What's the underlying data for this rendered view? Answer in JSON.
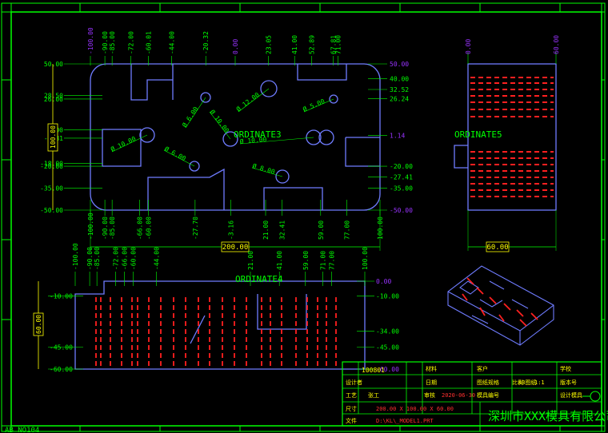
{
  "colors": {
    "background": "#000000",
    "frame": "#00ff00",
    "part": "#6f7cff",
    "dimension": "#00ff00",
    "hidden": "#ff2020",
    "label": "#00ff00",
    "purple": "#9933ff",
    "yellow": "#ffff00",
    "table_text": "#ffff00",
    "table_red": "#ff3030",
    "company": "#00ff00"
  },
  "top_view": {
    "label": "ORDINATE3",
    "x_ords_top": [
      "-100.00",
      "-90.00",
      "-85.00",
      "-72.00",
      "-60.01",
      "-44.00",
      "-20.32",
      "0.00",
      "23.05",
      "41.00",
      "52.89",
      "67.81",
      "71.00"
    ],
    "x_ords_bottom": [
      "-100.00",
      "-90.00",
      "-85.00",
      "-66.00",
      "-60.00",
      "-27.70",
      "-3.16",
      "21.00",
      "32.41",
      "59.00",
      "77.00",
      "100.00"
    ],
    "y_ords_left": [
      "50.00",
      "28.50",
      "26.00",
      "5.00",
      "-0.81",
      "-18.00",
      "-20.00",
      "-35.00",
      "-50.00"
    ],
    "y_ords_right": [
      "50.00",
      "40.00",
      "32.52",
      "26.24",
      "1.14",
      "-20.00",
      "-27.41",
      "-35.00",
      "-50.00"
    ],
    "holes": [
      "Ø 6.00",
      "Ø 10.00",
      "Ø 12.00",
      "Ø 5.00",
      "Ø 10.00",
      "Ø 10.00",
      "Ø 6.00",
      "Ø 8.00"
    ],
    "width_dim": "200.00",
    "height_dim": "100.00"
  },
  "front_view": {
    "label": "ORDINATE4",
    "x_ords": [
      "-100.00",
      "-90.00",
      "-85.00",
      "-72.00",
      "-66.00",
      "-60.00",
      "-44.00",
      "21.00",
      "41.00",
      "59.00",
      "71.00",
      "77.00",
      "100.00"
    ],
    "z_ords_left": [
      "-10.00",
      "-45.00",
      "-60.00"
    ],
    "z_ords_right": [
      "0.00",
      "-10.00",
      "-34.00",
      "-45.00",
      "-60.00"
    ],
    "height_dim": "60.00"
  },
  "side_view": {
    "label": "ORDINATE5",
    "top_ords": [
      "0.00",
      "60.00"
    ],
    "width_dim": "60.00"
  },
  "title_block": {
    "drawing_no": "100801",
    "cells": [
      "材料",
      "客户",
      "图纸规格",
      "A3图纸",
      "比例",
      "1:1",
      "学校",
      "设计者",
      "日期",
      "模具编号",
      "设计模具",
      "工艺",
      "审核",
      "张工",
      "2020-06-30",
      "版本号",
      "尺寸",
      "200.00 X 100.00 X 60.00",
      "文件",
      "D:\\KL\\_MODEL1.PRT"
    ],
    "company": "深圳市XXX模具有限公司"
  },
  "corner_text": "AB NO104"
}
